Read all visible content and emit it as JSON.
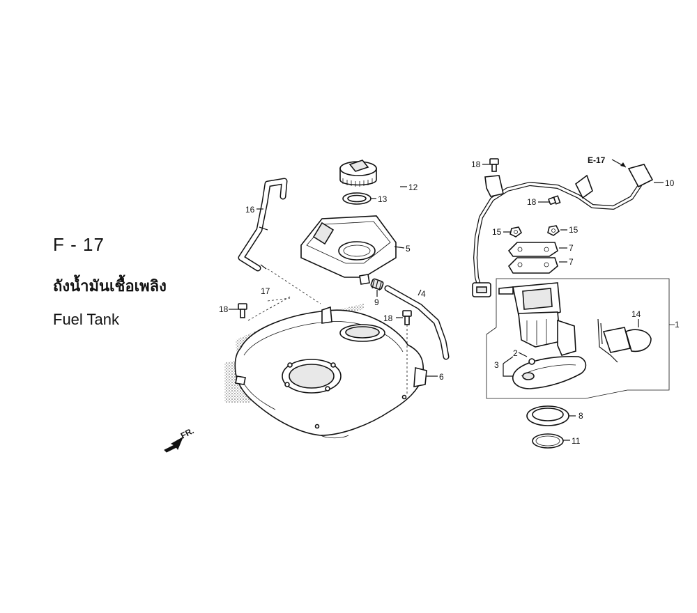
{
  "section_code": "F - 17",
  "title_thai": "ถังน้ำมันเชื้อเพลิง",
  "title_en": "Fuel Tank",
  "reference": "E-17",
  "direction": "FR.",
  "callouts": {
    "p1": "1",
    "p2": "2",
    "p3": "3",
    "p4": "4",
    "p5": "5",
    "p6": "6",
    "p7a": "7",
    "p7b": "7",
    "p8": "8",
    "p9": "9",
    "p10": "10",
    "p11": "11",
    "p12": "12",
    "p13": "13",
    "p14": "14",
    "p15a": "15",
    "p15b": "15",
    "p16": "16",
    "p17": "17",
    "p18a": "18",
    "p18b": "18",
    "p18c": "18",
    "p18d": "18"
  }
}
